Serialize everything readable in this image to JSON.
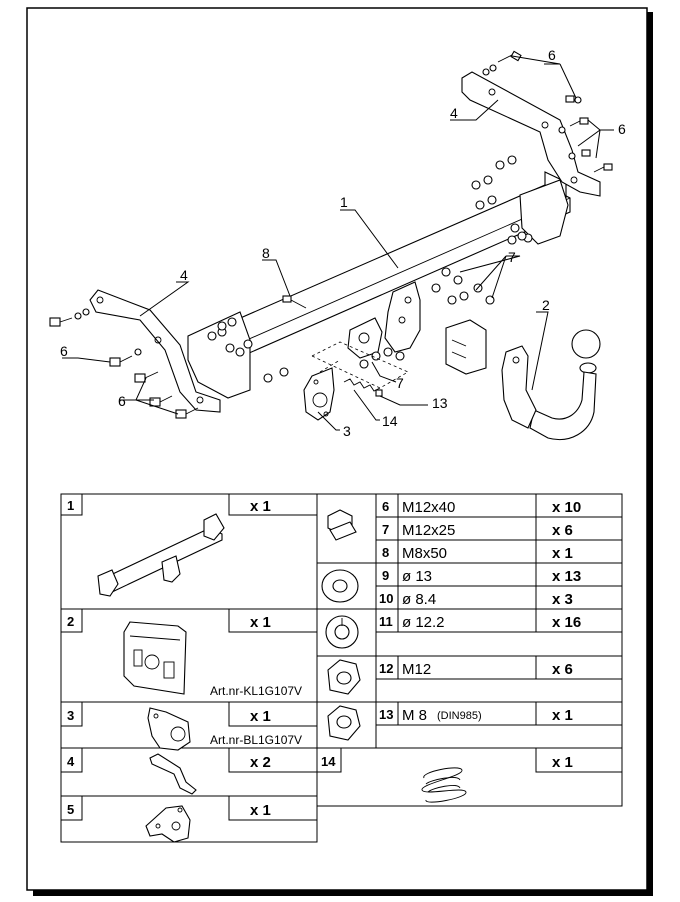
{
  "diagram": {
    "callouts": {
      "c1": "1",
      "c2": "2",
      "c3": "3",
      "c4a": "4",
      "c4b": "4",
      "c6a": "6",
      "c6b": "6",
      "c6c": "6",
      "c6d": "6",
      "c7a": "7",
      "c7b": "7",
      "c8": "8",
      "c13": "13",
      "c14": "14"
    }
  },
  "parts_table": {
    "left": [
      {
        "num": "1",
        "qty": "x 1"
      },
      {
        "num": "2",
        "qty": "x 1",
        "art": "Art.nr-KL1G107V"
      },
      {
        "num": "3",
        "qty": "x 1",
        "art": "Art.nr-BL1G107V"
      },
      {
        "num": "4",
        "qty": "x 2"
      },
      {
        "num": "5",
        "qty": "x 1"
      }
    ],
    "right": [
      {
        "num": "6",
        "spec": "M12x40",
        "qty": "x 10"
      },
      {
        "num": "7",
        "spec": "M12x25",
        "qty": "x 6"
      },
      {
        "num": "8",
        "spec": "M8x50",
        "qty": "x 1"
      },
      {
        "num": "9",
        "spec": "ø 13",
        "qty": "x 13"
      },
      {
        "num": "10",
        "spec": "ø 8.4",
        "qty": "x 3"
      },
      {
        "num": "11",
        "spec": "ø 12.2",
        "qty": "x 16"
      },
      {
        "num": "12",
        "spec": "M12",
        "qty": "x 6"
      },
      {
        "num": "13",
        "spec": "M 8",
        "spec_note": "(DIN985)",
        "qty": "x 1"
      },
      {
        "num": "14",
        "qty": "x 1"
      }
    ]
  }
}
